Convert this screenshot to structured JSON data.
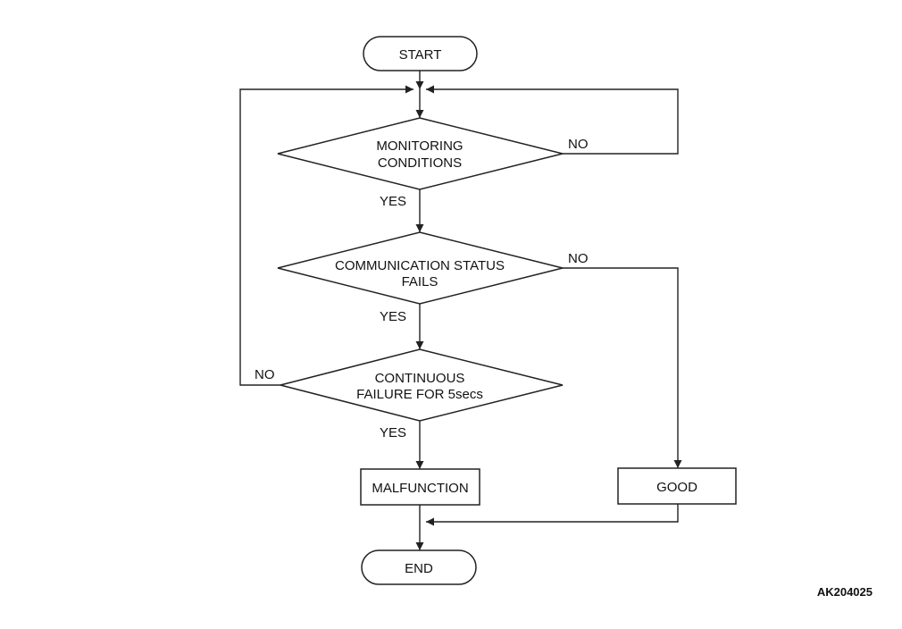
{
  "flowchart": {
    "start": "START",
    "end": "END",
    "decision_1": {
      "line1": "MONITORING",
      "line2": "CONDITIONS"
    },
    "decision_2": {
      "line1": "COMMUNICATION STATUS",
      "line2": "FAILS"
    },
    "decision_3": {
      "line1": "CONTINUOUS",
      "line2": "FAILURE FOR 5secs"
    },
    "malfunction": "MALFUNCTION",
    "good": "GOOD",
    "yes": "YES",
    "no": "NO"
  },
  "figure_code": "AK204025"
}
